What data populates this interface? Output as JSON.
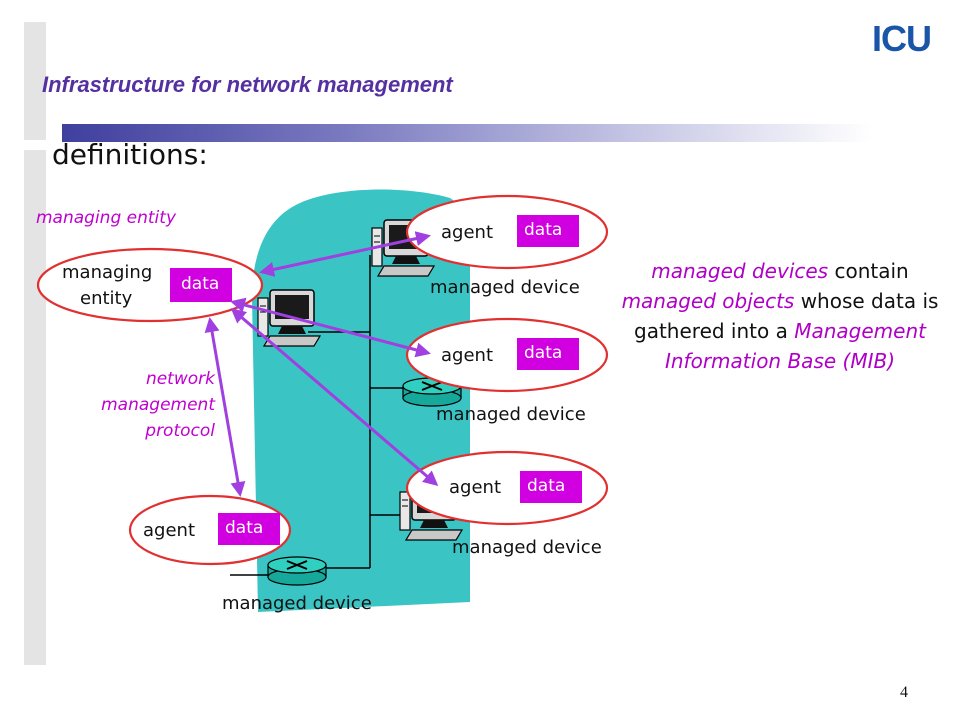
{
  "header": {
    "title": "Infrastructure for network management",
    "logo_text": "ICU"
  },
  "definitions_heading": "definitions:",
  "managing_entity_caption": "managing entity",
  "managing_node": {
    "label_line1": "managing",
    "label_line2": "entity",
    "data_label": "data"
  },
  "agents": [
    {
      "agent_label": "agent",
      "data_label": "data",
      "device_label": "managed device"
    },
    {
      "agent_label": "agent",
      "data_label": "data",
      "device_label": "managed device"
    },
    {
      "agent_label": "agent",
      "data_label": "data",
      "device_label": "managed device"
    },
    {
      "agent_label": "agent",
      "data_label": "data",
      "device_label": "managed device"
    }
  ],
  "protocol_label": {
    "line1": "network",
    "line2": "management",
    "line3": "protocol"
  },
  "description": {
    "part1": "managed devices",
    "part2": " contain ",
    "part3": "managed objects",
    "part4": " whose data is gathered into a ",
    "part5": "Management Information Base (MIB)"
  },
  "page_number": "4",
  "colors": {
    "accent": "#9b30ff",
    "ellipse_stroke": "#e03030",
    "arrow": "#a040e0",
    "network_cloud": "#30c0c0",
    "title": "#5530a0"
  }
}
